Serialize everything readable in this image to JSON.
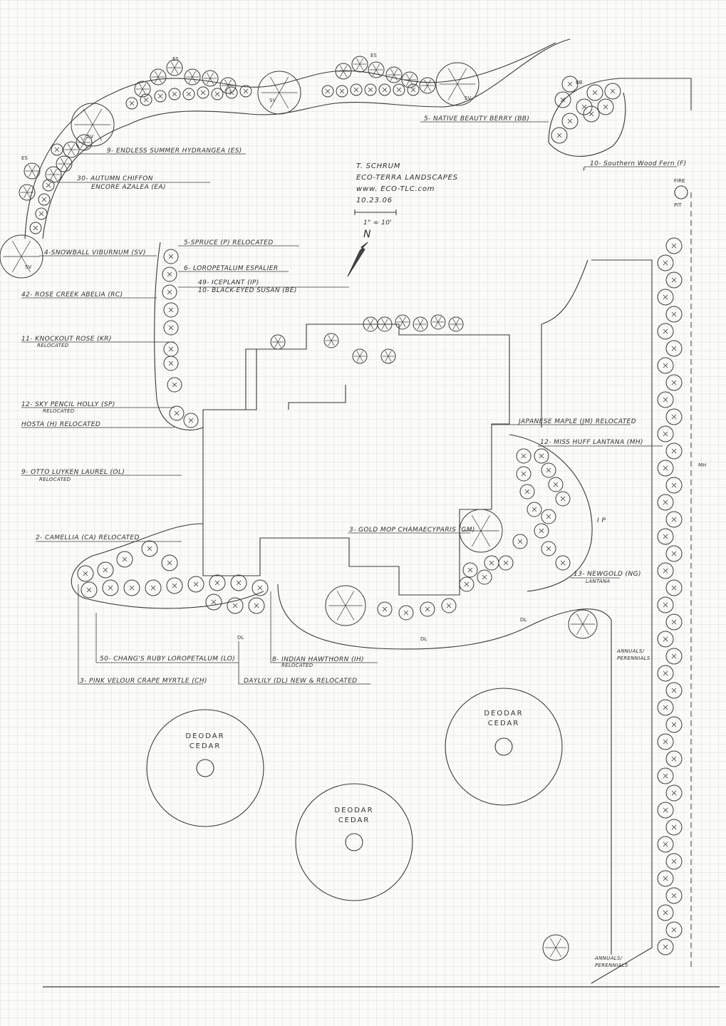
{
  "title_block": {
    "client": "T. SCHRUM",
    "company": "ECO-TERRA LANDSCAPES",
    "website": "www. ECO-TLC.com",
    "date": "10.23.06",
    "scale": "1\" = 10'",
    "north": "N"
  },
  "labels": {
    "es": "9- ENDLESS SUMMER HYDRANGEA (ES)",
    "ea_1": "30- AUTUMN CHIFFON",
    "ea_2": "ENCORE AZALEA (EA)",
    "sv": "4-SNOWBALL VIBURNUM (SV)",
    "bb": "5- NATIVE BEAUTY BERRY (BB)",
    "fern": "10- Southern Wood Fern (F)",
    "spruce": "5-SPRUCE (P) RELOCATED",
    "loro_esp": "6- LOROPETALUM ESPALIER",
    "iceplant": "49- ICEPLANT (IP)",
    "bes": "10- BLACK-EYED SUSAN (BE)",
    "abelia": "42- ROSE CREEK ABELIA (RC)",
    "kr_1": "11- KNOCKOUT ROSE (KR)",
    "kr_2": "RELOCATED",
    "sp_1": "12- SKY PENCIL HOLLY (SP)",
    "sp_2": "RELOCATED",
    "hosta": "HOSTA (H) RELOCATED",
    "ol_1": "9- OTTO LUYKEN LAUREL (OL)",
    "ol_2": "RELOCATED",
    "ca": "2- CAMELLIA (CA) RELOCATED",
    "jm": "JAPANESE MAPLE (JM) RELOCATED",
    "mh": "12- MISS HUFF LANTANA (MH)",
    "gm": "3- GOLD MOP CHAMAECYPARIS (GM)",
    "ng_1": "13- NEWGOLD (NG)",
    "ng_2": "LANTANA",
    "lo": "50- CHANG'S RUBY LOROPETALUM (LO)",
    "ih_1": "8- INDIAN HAWTHORN (IH)",
    "ih_2": "RELOCATED",
    "ch": "3- PINK VELOUR CRAPE MYRTLE (CH)",
    "dl": "DAYLILY (DL) NEW & RELOCATED",
    "annuals_1": "ANNUALS/",
    "annuals_2": "PERENNIALS",
    "annuals2_1": "ANNUALS/",
    "annuals2_2": "PERENNIALS",
    "fire_1": "FIRE",
    "fire_2": "PIT",
    "ip_mark": "I P",
    "mh_mark": "MH",
    "dl_1": "DL",
    "dl_2": "DL",
    "dl_3": "DL",
    "sv_1": "SV",
    "sv_2": "SV",
    "sv_3": "SV",
    "sv_4": "SV",
    "es_1": "ES",
    "es_2": "ES",
    "es_3": "ES",
    "bb_mark": "BB",
    "f_mark": "F"
  },
  "cedars": [
    {
      "line1": "DEODAR",
      "line2": "CEDAR"
    },
    {
      "line1": "DEODAR",
      "line2": "CEDAR"
    },
    {
      "line1": "DEODAR",
      "line2": "CEDAR"
    }
  ]
}
